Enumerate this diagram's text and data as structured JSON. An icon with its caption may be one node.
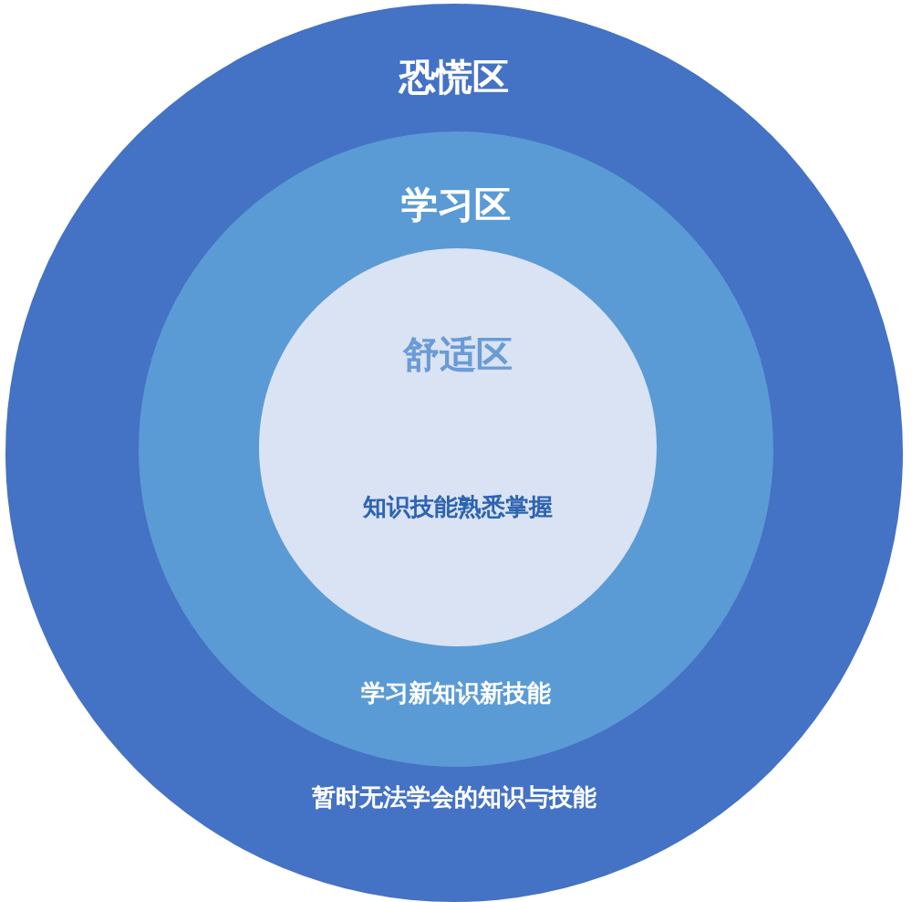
{
  "diagram": {
    "nodes": [
      {
        "text": [
          "恐慌区",
          "暂时无法学会的知识与技能"
        ]
      },
      {
        "text": [
          "学习区",
          "学习新知识新技能"
        ],
        "in": 0
      },
      {
        "text": [
          "舒适区",
          "知识技能熟悉掌握"
        ],
        "in": 1
      }
    ]
  }
}
